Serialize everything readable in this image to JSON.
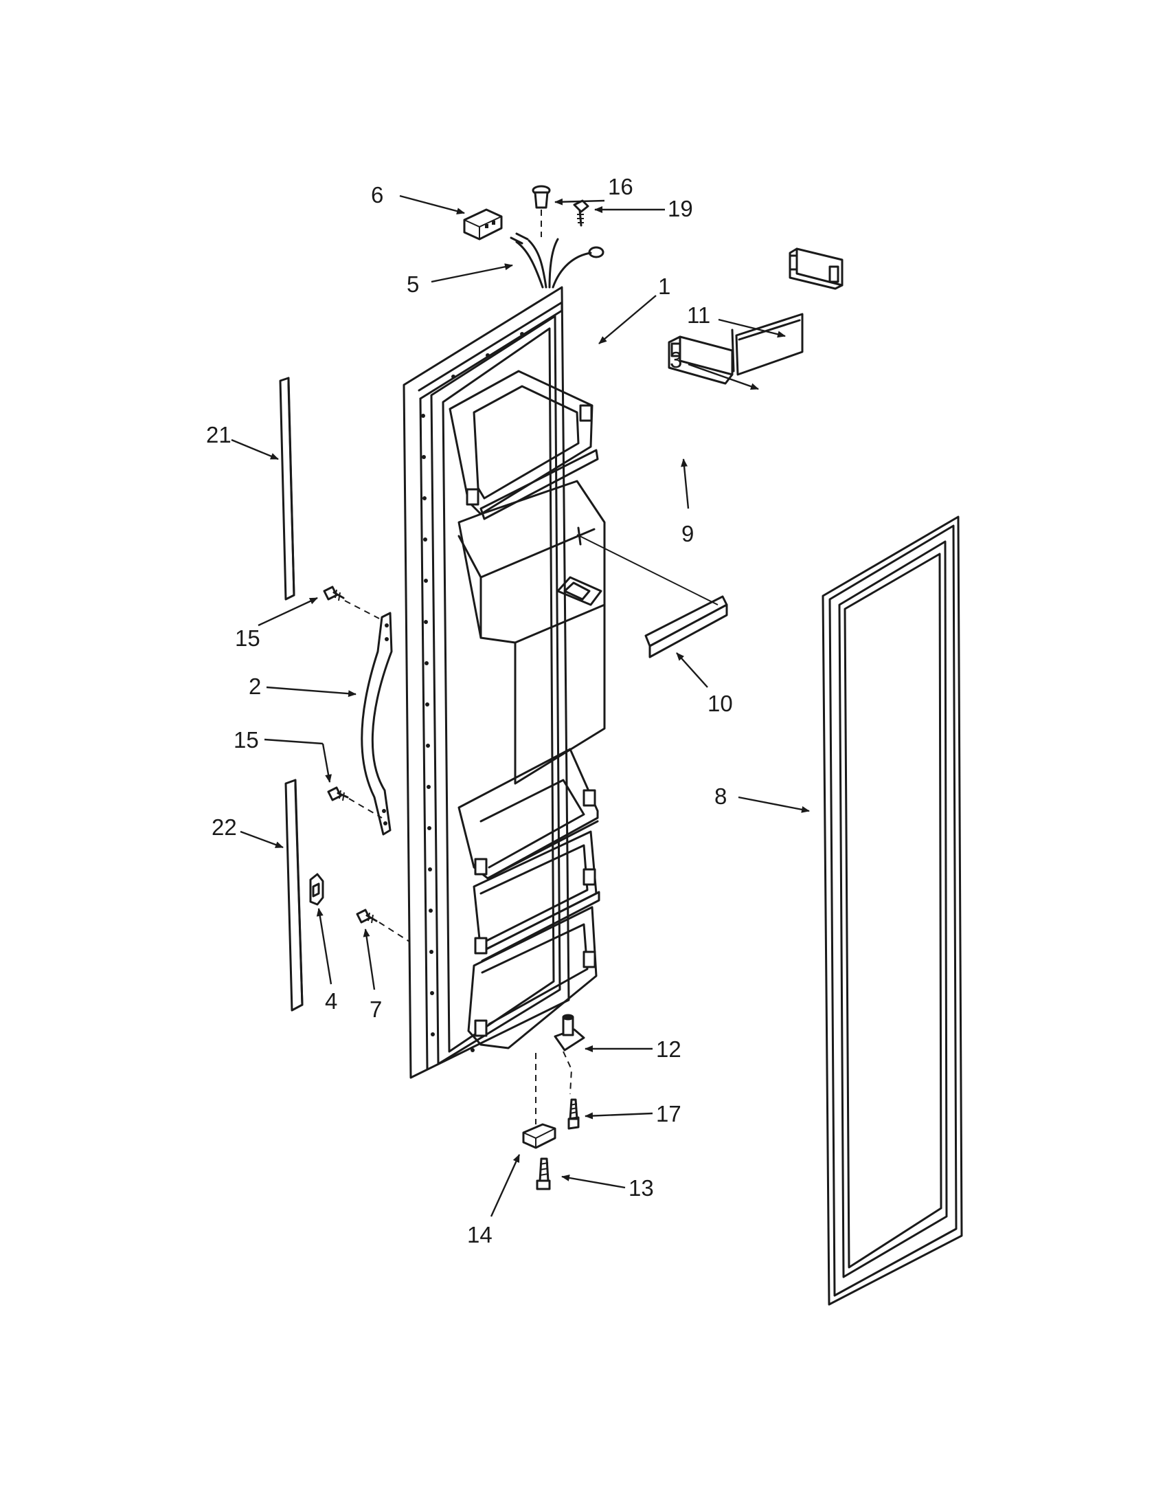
{
  "diagram": {
    "callouts": [
      {
        "id": "c1",
        "label": "1"
      },
      {
        "id": "c2",
        "label": "2"
      },
      {
        "id": "c3",
        "label": "3"
      },
      {
        "id": "c4",
        "label": "4"
      },
      {
        "id": "c5",
        "label": "5"
      },
      {
        "id": "c6",
        "label": "6"
      },
      {
        "id": "c7",
        "label": "7"
      },
      {
        "id": "c8",
        "label": "8"
      },
      {
        "id": "c9",
        "label": "9"
      },
      {
        "id": "c10",
        "label": "10"
      },
      {
        "id": "c11",
        "label": "11"
      },
      {
        "id": "c12",
        "label": "12"
      },
      {
        "id": "c13",
        "label": "13"
      },
      {
        "id": "c14",
        "label": "14"
      },
      {
        "id": "c15a",
        "label": "15"
      },
      {
        "id": "c15b",
        "label": "15"
      },
      {
        "id": "c16",
        "label": "16"
      },
      {
        "id": "c17",
        "label": "17"
      },
      {
        "id": "c19",
        "label": "19"
      },
      {
        "id": "c21",
        "label": "21"
      },
      {
        "id": "c22",
        "label": "22"
      }
    ]
  }
}
